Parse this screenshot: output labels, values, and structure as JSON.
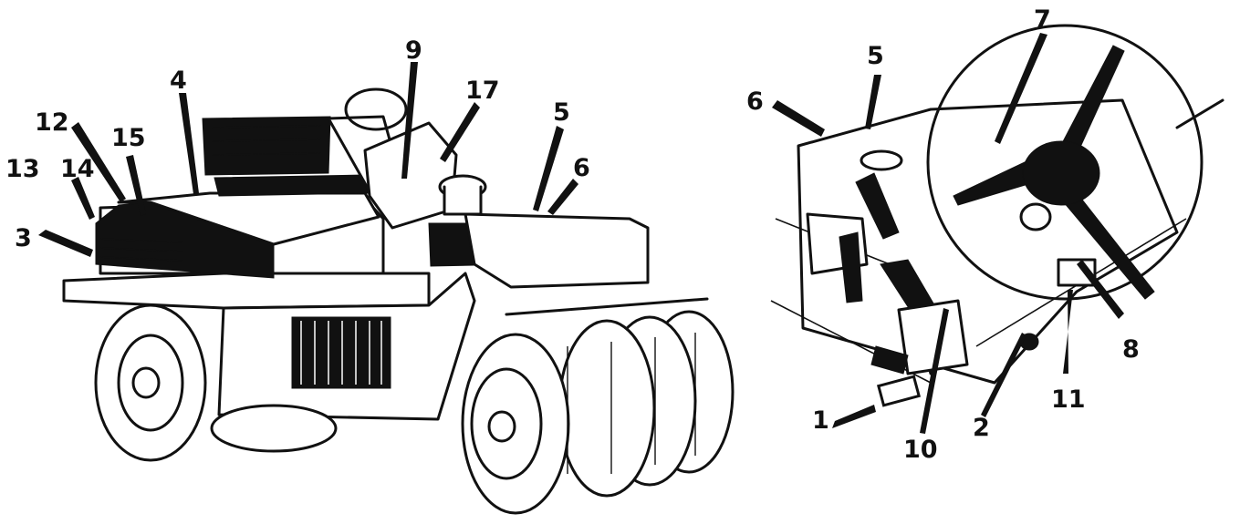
{
  "callouts": [
    {
      "id": "left-12",
      "label": "12"
    },
    {
      "id": "left-15",
      "label": "15"
    },
    {
      "id": "left-13",
      "label": "13"
    },
    {
      "id": "left-14",
      "label": "14"
    },
    {
      "id": "left-3",
      "label": "3"
    },
    {
      "id": "left-4",
      "label": "4"
    },
    {
      "id": "left-9",
      "label": "9"
    },
    {
      "id": "left-17",
      "label": "17"
    },
    {
      "id": "left-5",
      "label": "5"
    },
    {
      "id": "left-6",
      "label": "6"
    },
    {
      "id": "right-6",
      "label": "6"
    },
    {
      "id": "right-5",
      "label": "5"
    },
    {
      "id": "right-7",
      "label": "7"
    },
    {
      "id": "right-8",
      "label": "8"
    },
    {
      "id": "right-11",
      "label": "11"
    },
    {
      "id": "right-2",
      "label": "2"
    },
    {
      "id": "right-10",
      "label": "10"
    },
    {
      "id": "right-1",
      "label": "1"
    }
  ]
}
